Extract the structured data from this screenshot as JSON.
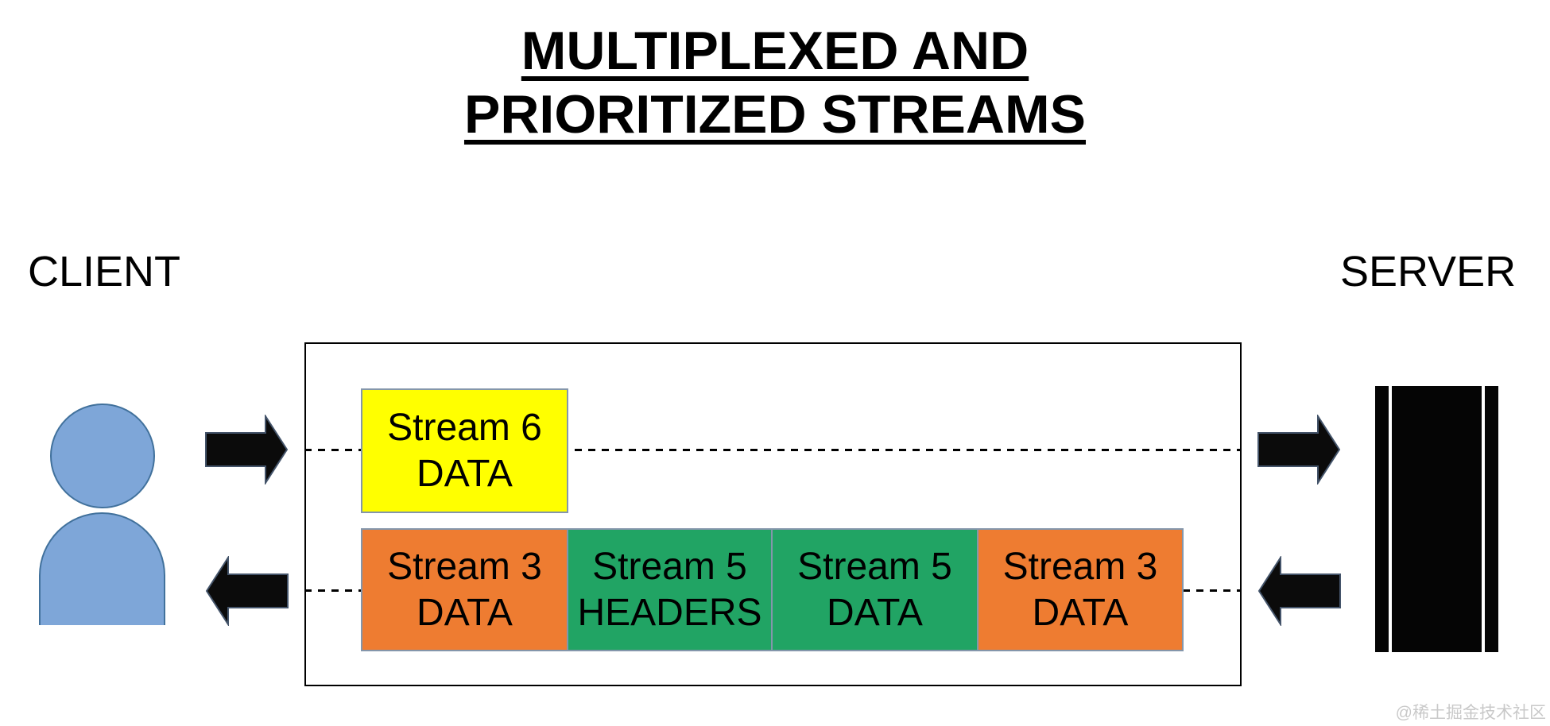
{
  "title": {
    "line1": "MULTIPLEXED AND",
    "line2": "PRIORITIZED STREAMS"
  },
  "client": {
    "label": "CLIENT"
  },
  "server": {
    "label": "SERVER"
  },
  "pipe": {
    "top_streams": [
      {
        "line1": "Stream 6",
        "line2": "DATA",
        "color": "#ffff00"
      }
    ],
    "bottom_streams": [
      {
        "line1": "Stream 3",
        "line2": "DATA",
        "color": "#ee7c31"
      },
      {
        "line1": "Stream 5",
        "line2": "HEADERS",
        "color": "#21a464"
      },
      {
        "line1": "Stream 5",
        "line2": "DATA",
        "color": "#21a464"
      },
      {
        "line1": "Stream 3",
        "line2": "DATA",
        "color": "#ee7c31"
      }
    ]
  },
  "watermark": "@稀土掘金技术社区",
  "colors": {
    "stream_yellow": "#ffff00",
    "stream_orange": "#ee7c31",
    "stream_green": "#21a464",
    "client_fill": "#7ea6d8",
    "client_outline": "#41719c",
    "arrow_fill": "#0b0b0b",
    "arrow_outline": "#44546a",
    "box_border": "#000000",
    "watermark_gray": "#c9c9c9"
  }
}
